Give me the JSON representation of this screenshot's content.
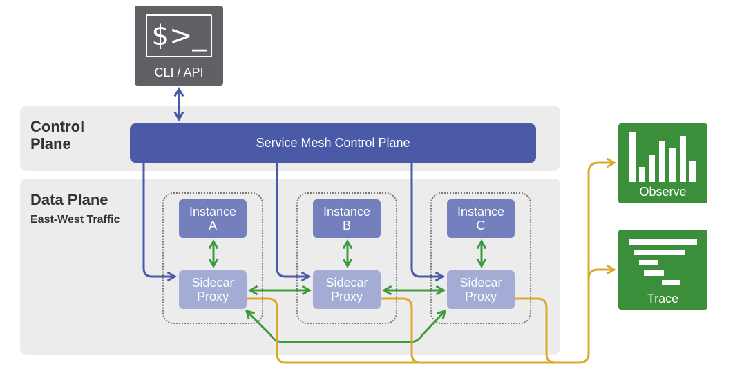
{
  "cli": {
    "prompt": "$>_",
    "label": "CLI / API"
  },
  "control_plane": {
    "title_line1": "Control",
    "title_line2": "Plane",
    "bar_label": "Service Mesh Control Plane"
  },
  "data_plane": {
    "title": "Data Plane",
    "subtitle": "East-West Traffic"
  },
  "services": [
    {
      "instance_line1": "Instance",
      "instance_line2": "A",
      "sidecar_line1": "Sidecar",
      "sidecar_line2": "Proxy"
    },
    {
      "instance_line1": "Instance",
      "instance_line2": "B",
      "sidecar_line1": "Sidecar",
      "sidecar_line2": "Proxy"
    },
    {
      "instance_line1": "Instance",
      "instance_line2": "C",
      "sidecar_line1": "Sidecar",
      "sidecar_line2": "Proxy"
    }
  ],
  "tools": {
    "observe_label": "Observe",
    "trace_label": "Trace"
  },
  "colors": {
    "control": "#4b5aa7",
    "east_west": "#3e9a3e",
    "telemetry": "#dca82c",
    "tools": "#3b8f3b",
    "cli": "#5f6164"
  },
  "icons": {
    "cli": "terminal-icon",
    "observe": "bar-chart-icon",
    "trace": "trace-waterfall-icon"
  }
}
